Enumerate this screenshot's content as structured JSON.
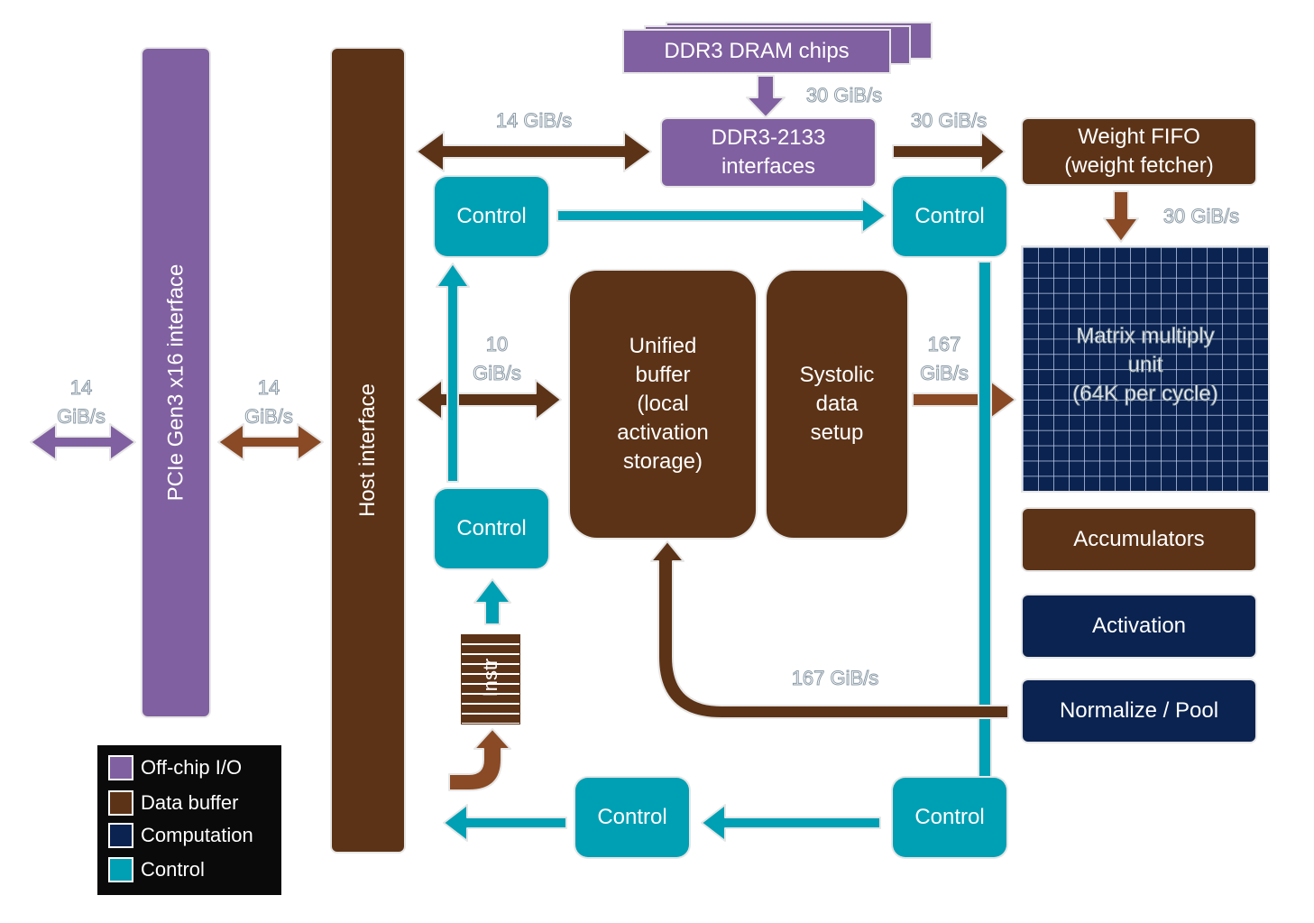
{
  "colors": {
    "offchip_io": "#8060a0",
    "data_buffer": "#5c3317",
    "computation": "#0b2350",
    "control": "#00a0b4"
  },
  "blocks": {
    "pcie": "PCIe Gen3 x16\ninterface",
    "host": "Host interface",
    "dram_chips": "DDR3 DRAM chips",
    "ddr3_interfaces": "DDR3-2133\ninterfaces",
    "weight_fifo": "Weight FIFO\n(weight fetcher)",
    "control_top_left": "Control",
    "control_top_right": "Control",
    "control_mid_left": "Control",
    "control_bottom_mid": "Control",
    "control_bottom_right": "Control",
    "unified_buffer": "Unified\nbuffer\n(local\nactivation\nstorage)",
    "systolic": "Systolic\ndata\nsetup",
    "matrix_unit": "Matrix multiply\nunit\n(64K per cycle)",
    "accumulators": "Accumulators",
    "activation": "Activation",
    "normalize_pool": "Normalize / Pool",
    "instr": "Instr"
  },
  "rates": {
    "ext_pcie": "14\nGiB/s",
    "pcie_host": "14\nGiB/s",
    "host_ddr": "14 GiB/s",
    "dram_ddr": "30 GiB/s",
    "ddr_fifo": "30 GiB/s",
    "fifo_matrix": "30 GiB/s",
    "host_unified": "10\nGiB/s",
    "systolic_matrix": "167\nGiB/s",
    "normalize_unified": "167 GiB/s"
  },
  "legend": [
    {
      "label": "Off-chip I/O",
      "color": "#8060a0"
    },
    {
      "label": "Data buffer",
      "color": "#5c3317"
    },
    {
      "label": "Computation",
      "color": "#0b2350"
    },
    {
      "label": "Control",
      "color": "#00a0b4"
    }
  ]
}
